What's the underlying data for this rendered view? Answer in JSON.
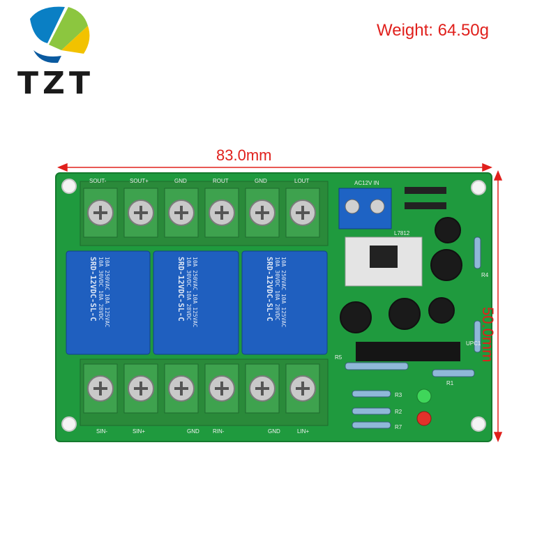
{
  "brand": {
    "logo_text": "TZT"
  },
  "weight_label": "Weight: 64.50g",
  "dimensions": {
    "width": "83.0mm",
    "height": "50.0mm"
  },
  "top_terminals": [
    "SOUT-",
    "SOUT+",
    "GND",
    "ROUT",
    "GND",
    "LOUT"
  ],
  "bottom_terminals": [
    "SIN-",
    "SIN+",
    "GND",
    "RIN-",
    "GND",
    "LIN+"
  ],
  "relay": {
    "model": "SRD-12VDC-SL-C",
    "ratings": [
      "10A 250VAC 10A 125VAC",
      "10A 30VDC 10A 28VDC"
    ]
  },
  "power_connector_label": "AC12V IN",
  "regulator_label": "L7812",
  "component_labels": {
    "r5": "R5",
    "r1": "R1",
    "r2": "R2",
    "r3": "R3",
    "r4": "R4",
    "r7": "R7",
    "upc1": "UPC1"
  },
  "colors": {
    "pcb": "#1f9a3e",
    "relay": "#1f5fbf",
    "terminal": "#2a8a3a",
    "dimension": "#e0201c"
  }
}
